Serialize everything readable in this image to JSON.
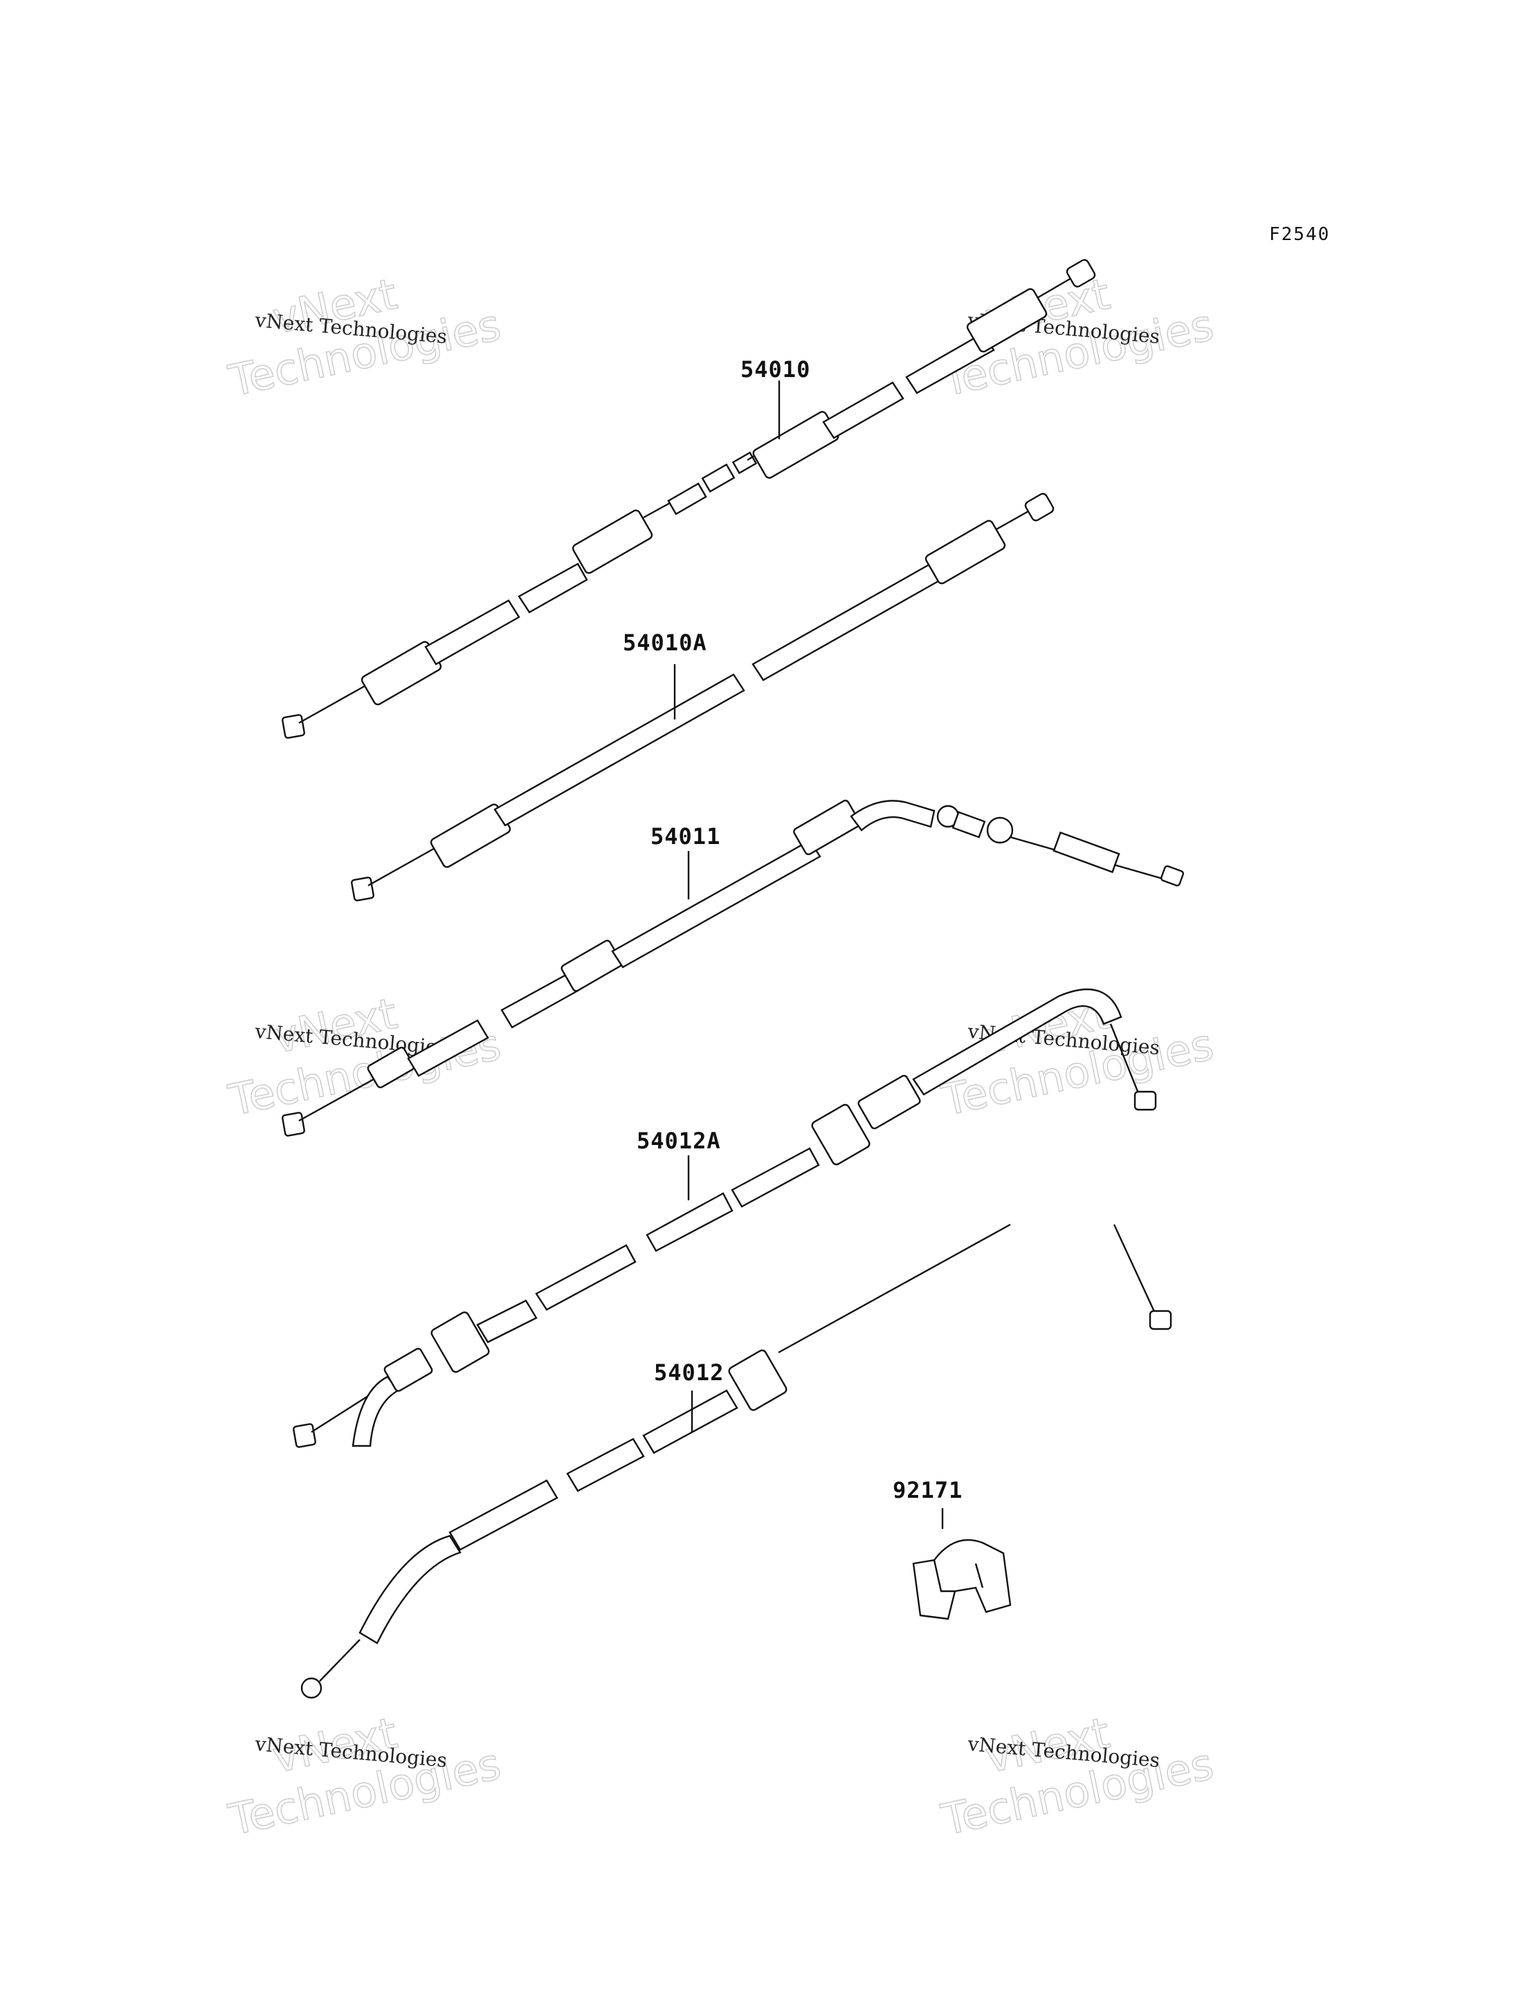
{
  "figure_id": "F2540",
  "parts": [
    {
      "id": "p1",
      "label": "54010"
    },
    {
      "id": "p2",
      "label": "54010A"
    },
    {
      "id": "p3",
      "label": "54011"
    },
    {
      "id": "p4",
      "label": "54012A"
    },
    {
      "id": "p5",
      "label": "54012"
    },
    {
      "id": "p6",
      "label": "92171"
    }
  ],
  "watermark": {
    "small_text": "vNext Technologies",
    "big_line1": "vNext",
    "big_line2": "Technologies"
  }
}
